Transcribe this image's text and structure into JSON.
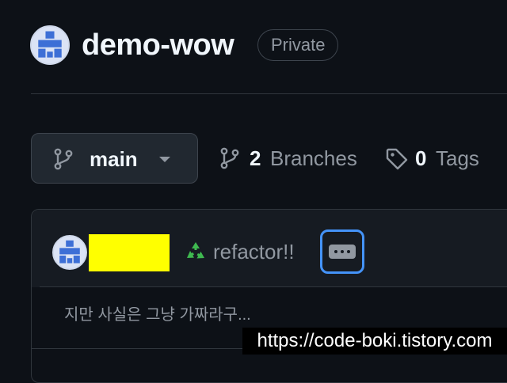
{
  "repo": {
    "name": "demo-wow",
    "visibility": "Private"
  },
  "branch_bar": {
    "current_branch": "main",
    "branches_count": "2",
    "branches_label": "Branches",
    "tags_count": "0",
    "tags_label": "Tags"
  },
  "commit": {
    "emoji_icon": "recycle-icon",
    "message": "refactor!!",
    "body": "지만 사실은 그냥 가짜라구..."
  },
  "watermark": {
    "text": "https://code-boki.tistory.com"
  },
  "colors": {
    "background": "#0d1117",
    "accent_focus": "#4493f8",
    "muted_text": "#9198a1",
    "redaction": "#ffff00"
  }
}
